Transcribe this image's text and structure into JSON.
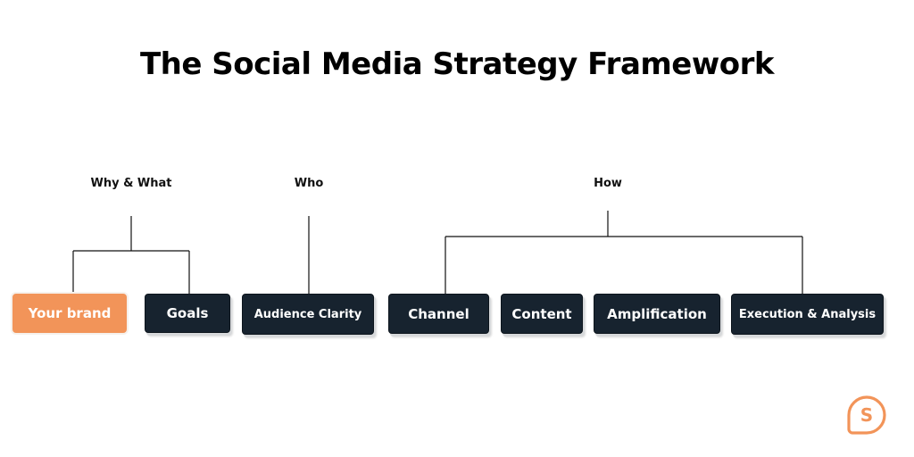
{
  "title": "The Social Media Strategy Framework",
  "groups": [
    {
      "label": "Why & What"
    },
    {
      "label": "Who"
    },
    {
      "label": "How"
    }
  ],
  "boxes": [
    {
      "label": "Your brand"
    },
    {
      "label": "Goals"
    },
    {
      "label": "Audience Clarity"
    },
    {
      "label": "Channel"
    },
    {
      "label": "Content"
    },
    {
      "label": "Amplification"
    },
    {
      "label": "Execution & Analysis"
    }
  ],
  "colors": {
    "accent": "#f29459",
    "box_dark": "#17232f",
    "line": "#111111",
    "logo_stroke": "#f29459"
  },
  "logo": {
    "icon": "speech-bubble-s-icon"
  }
}
